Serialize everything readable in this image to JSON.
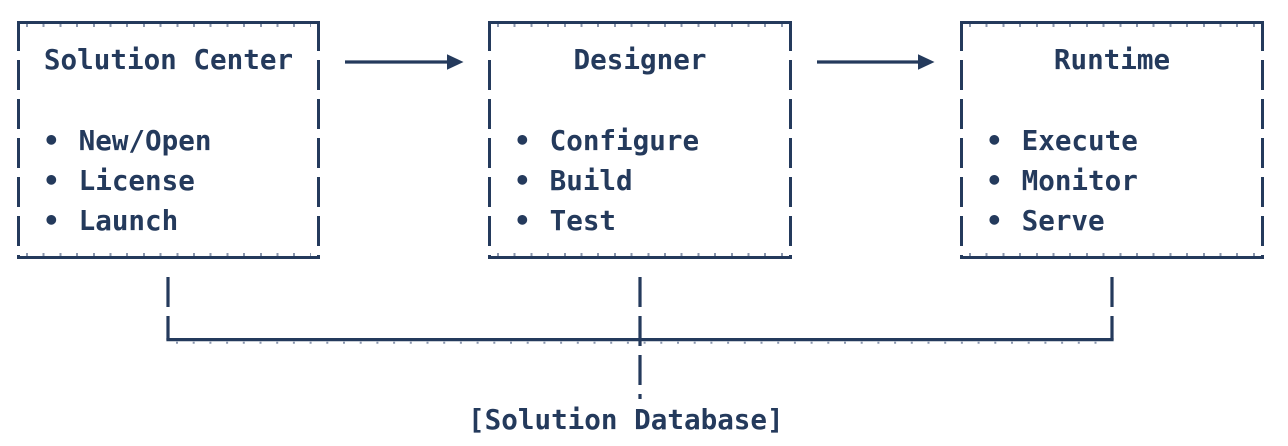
{
  "colors": {
    "ink": "#243a5c",
    "tick": "#8a96ad",
    "background": "#ffffff"
  },
  "bullet_char": "•",
  "boxes": [
    {
      "title": "Solution Center",
      "items": [
        "New/Open",
        "License",
        "Launch"
      ]
    },
    {
      "title": "Designer",
      "items": [
        "Configure",
        "Build",
        "Test"
      ]
    },
    {
      "title": "Runtime",
      "items": [
        "Execute",
        "Monitor",
        "Serve"
      ]
    }
  ],
  "database_label": "[Solution Database]"
}
